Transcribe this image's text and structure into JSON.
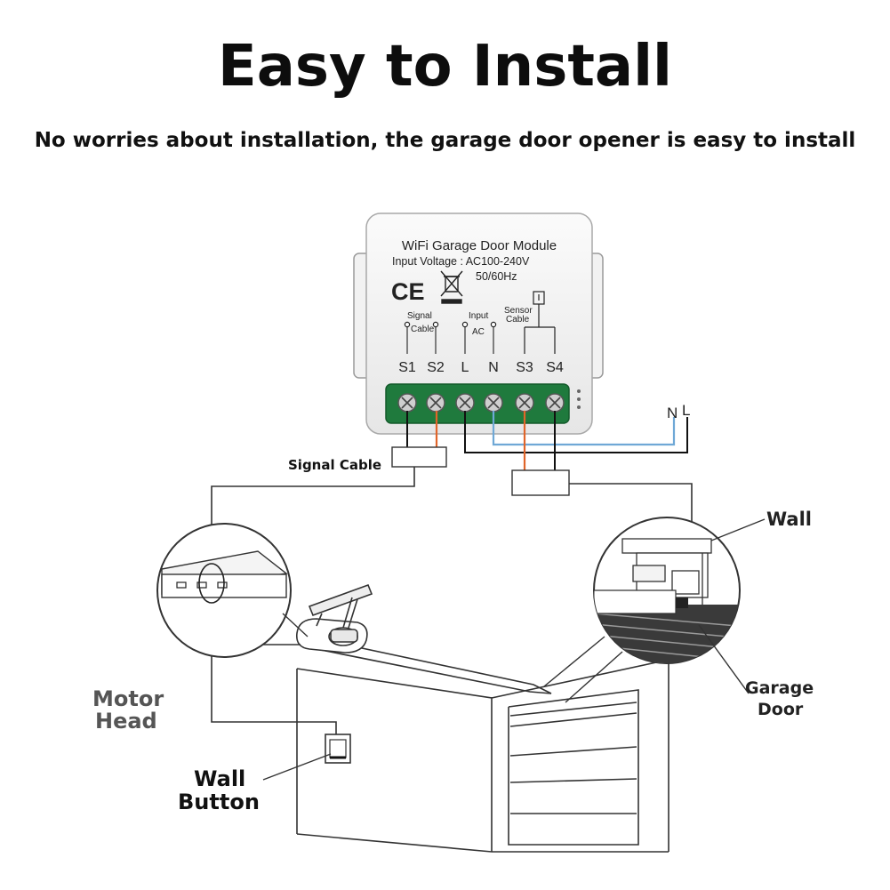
{
  "header": {
    "title": "Easy to Install",
    "subtitle": "No worries about installation, the garage door opener is easy to install"
  },
  "module": {
    "name": "WiFi Garage Door Module",
    "voltage": "Input Voltage : AC100-240V",
    "frequency": "50/60Hz",
    "ce_mark": "CE",
    "signal_label_1": "Signal",
    "signal_label_2": "Cable",
    "input_label": "Input",
    "ac_label": "AC",
    "sensor_label_1": "Sensor",
    "sensor_label_2": "Cable",
    "terminals": [
      "S1",
      "S2",
      "L",
      "N",
      "S3",
      "S4"
    ]
  },
  "labels": {
    "signal_cable": "Signal Cable",
    "power_n": "N",
    "power_l": "L",
    "wall": "Wall",
    "motor_head_1": "Motor",
    "motor_head_2": "Head",
    "wall_button_1": "Wall",
    "wall_button_2": "Button",
    "garage_door_1": "Garage",
    "garage_door_2": "Door"
  },
  "colors": {
    "terminal_block": "#1f7a3d",
    "wire_orange": "#e0652a",
    "wire_blue": "#6fa8d6",
    "wire_black": "#111111"
  }
}
